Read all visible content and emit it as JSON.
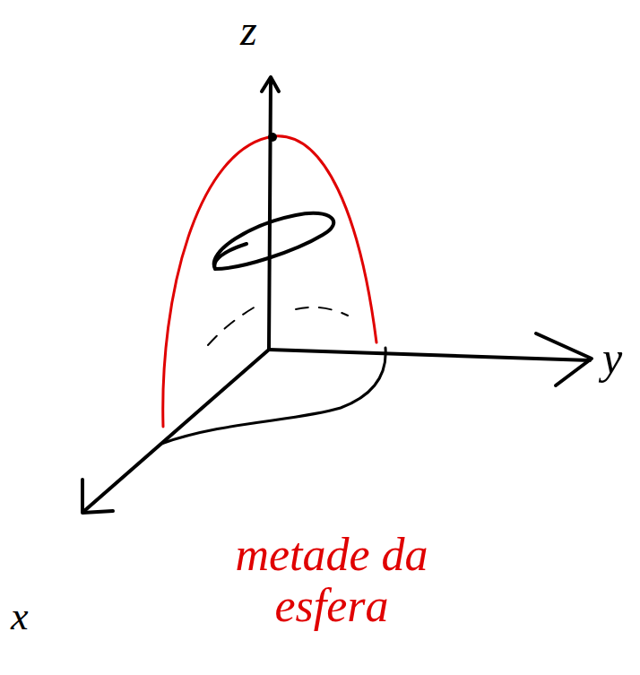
{
  "diagram": {
    "labels": [
      "z",
      "y",
      "x",
      "metade da esfera"
    ]
  }
}
